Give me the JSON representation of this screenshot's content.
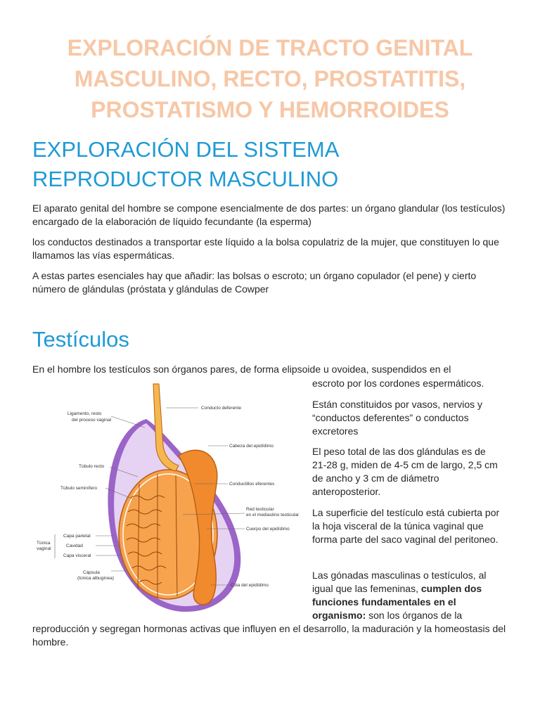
{
  "document": {
    "title_line1": "EXPLORACIÓN DE TRACTO GENITAL",
    "title_line2": "MASCULINO, RECTO, PROSTATITIS,",
    "title_line3": "PROSTATISMO Y HEMORROIDES",
    "section1": {
      "heading_line1": "EXPLORACIÓN DEL SISTEMA",
      "heading_line2": "REPRODUCTOR MASCULINO",
      "para1": "El aparato genital del hombre se compone esencialmente de dos partes: un órgano glandular (los testículos) encargado de la elaboración de líquido fecundante (la esperma)",
      "para2": "los conductos destinados a transportar este líquido a la bolsa copulatriz de la mujer, que constituyen lo que llamamos las vías espermáticas.",
      "para3": "A estas partes esenciales hay que añadir: las bolsas o escroto; un órgano copulador (el pene) y cierto número de glándulas (próstata y glándulas de Cowper"
    },
    "section2": {
      "heading": "Testículos",
      "intro_line1": "En el hombre los testículos son órganos pares, de forma elipsoide u ovoidea, suspendidos en el",
      "intro_line2": "escroto por los cordones espermáticos.",
      "para_vasos": "Están constituidos por vasos, nervios y “conductos deferentes” o conductos excretores",
      "para_peso": "El peso total de las dos glándulas es de 21-28 g, miden de 4-5 cm de largo, 2,5 cm de ancho y 3 cm de diámetro anteroposterior.",
      "para_superficie": "La superficie del testículo está cubierta por la hoja visceral de la túnica vaginal que forma parte del saco vaginal del peritoneo.",
      "para_gonadas_start": "Las gónadas masculinas o testículos, al igual que las femeninas, ",
      "para_gonadas_bold": "cumplen dos funciones fundamentales en el organismo:",
      "para_gonadas_end": " son los órganos de la",
      "para_final": "reproducción y segregan hormonas activas que influyen en el desarrollo, la maduración y la homeostasis del hombre."
    },
    "figure_labels": {
      "conducto_deferente": "Conducto deferente",
      "ligamento_line1": "Ligamento, resto",
      "ligamento_line2": "del proceso vaginal",
      "cabeza_epididimo": "Cabeza del epidídimo",
      "tubulo_recto": "Túbulo recto",
      "conductillos": "Conductillos eferentes",
      "tubulo_seminifero": "Túbulo seminífero",
      "red_line1": "Red testicular",
      "red_line2": "en el mediastino testicular",
      "cuerpo_epididimo": "Cuerpo del epidídimo",
      "tunica_line1": "Túnica",
      "tunica_line2": "vaginal",
      "capa_parietal": "Capa parietal",
      "cavidad": "Cavidad",
      "capa_visceral": "Capa visceral",
      "capsula_line1": "Cápsula",
      "capsula_line2": "(túnica albugínea)",
      "cola_epididimo": "Cola del epidídimo"
    },
    "colors": {
      "title": "#f7c7a6",
      "heading": "#1e9ad6",
      "tissue_orange": "#f4a04a",
      "tunica_purple": "#9b64c8"
    }
  }
}
